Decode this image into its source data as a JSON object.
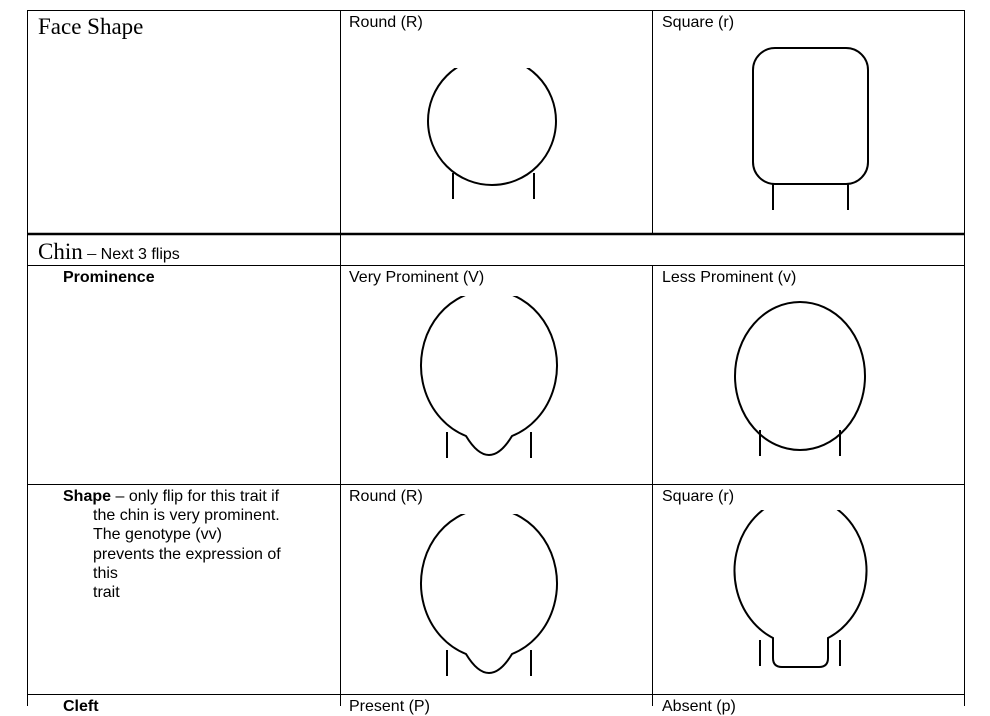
{
  "face_shape": {
    "title": "Face Shape",
    "option_a": "Round (R)",
    "option_b": "Square (r)"
  },
  "chin": {
    "title": "Chin",
    "dash": "–",
    "subtitle": "Next 3 flips"
  },
  "prominence": {
    "title": "Prominence",
    "option_a": "Very Prominent (V)",
    "option_b": "Less Prominent (v)"
  },
  "shape": {
    "title": "Shape",
    "note_lines": [
      "– only flip for this trait if",
      "the chin is very prominent.",
      "The genotype (vv)",
      "prevents the expression of",
      "this",
      "trait"
    ],
    "option_a": "Round (R)",
    "option_b": "Square (r)"
  },
  "cleft": {
    "title": "Cleft",
    "option_a": "Present (P)",
    "option_b": "Absent (p)"
  }
}
